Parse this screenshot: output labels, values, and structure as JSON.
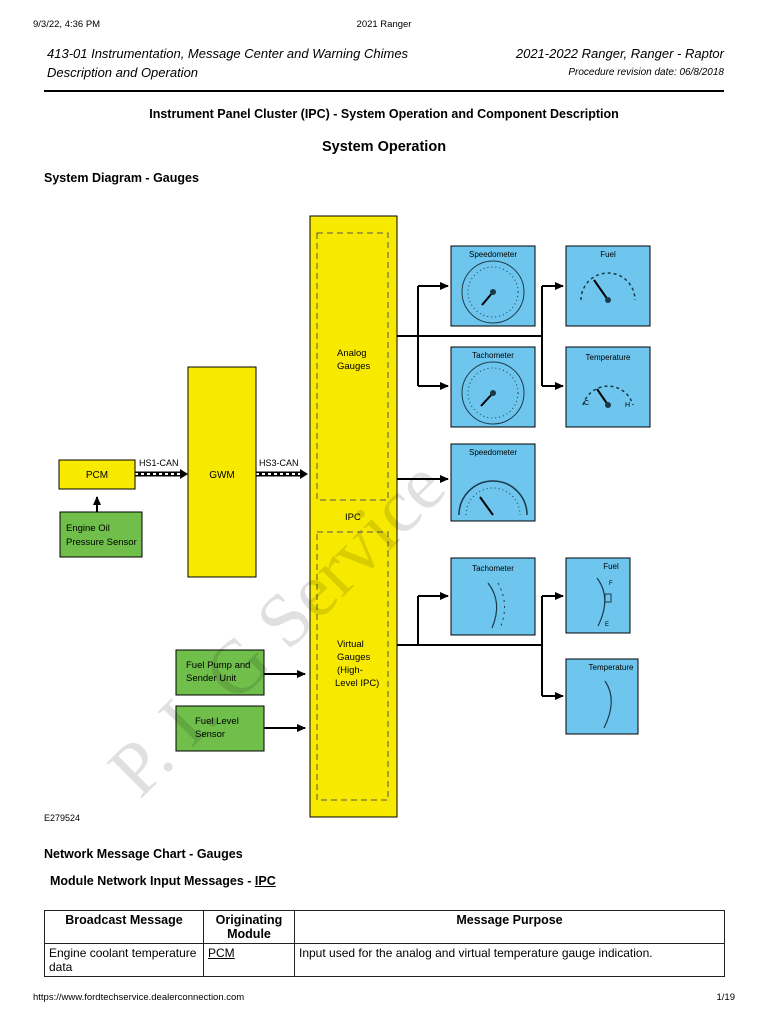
{
  "browser_header": {
    "timestamp": "9/3/22, 4:36 PM",
    "page_title": "2021 Ranger"
  },
  "doc_header": {
    "section_line1": "413-01 Instrumentation, Message Center and Warning Chimes",
    "section_line2": "Description and Operation",
    "vehicle": "2021-2022 Ranger, Ranger - Raptor",
    "revision": "Procedure revision date: 06/8/2018"
  },
  "doc_title": "Instrument Panel Cluster (IPC) - System Operation and Component Description",
  "section_title": "System Operation",
  "diagram_heading": "System Diagram - Gauges",
  "diagram": {
    "pcm": "PCM",
    "eop_line1": "Engine Oil",
    "eop_line2": "Pressure Sensor",
    "hs1": "HS1-CAN",
    "gwm": "GWM",
    "hs3": "HS3-CAN",
    "analog_line1": "Analog",
    "analog_line2": "Gauges",
    "ipc": "IPC",
    "virtual_line1": "Virtual",
    "virtual_line2": "Gauges",
    "virtual_line3": "(High-",
    "virtual_line4": "Level IPC)",
    "fuel_pump_line1": "Fuel Pump and",
    "fuel_pump_line2": "Sender Unit",
    "fuel_level_line1": "Fuel Level",
    "fuel_level_line2": "Sensor",
    "speedometer": "Speedometer",
    "tachometer": "Tachometer",
    "fuel": "Fuel",
    "temperature": "Temperature",
    "speedometer_2": "Speedometer",
    "tachometer_2": "Tachometer",
    "fuel_2": "Fuel",
    "temperature_2": "Temperature",
    "temp_c": "C",
    "temp_h": "H",
    "fuel_f": "F",
    "fuel_e": "E",
    "figure_id": "E279524",
    "watermark": "P. I. G Service",
    "colors": {
      "yellow": "#f7ea00",
      "green": "#70bf4a",
      "blue": "#6ec6ee"
    }
  },
  "network_heading": "Network Message Chart - Gauges",
  "module_heading_prefix": "Module Network Input Messages - ",
  "module_heading_link": "IPC",
  "table": {
    "headers": [
      "Broadcast Message",
      "Originating Module",
      "Message Purpose"
    ],
    "rows": [
      {
        "broadcast": "Engine coolant temperature data",
        "module": "PCM",
        "purpose": "Input used for the analog and virtual temperature gauge indication."
      }
    ]
  },
  "footer": {
    "url": "https://www.fordtechservice.dealerconnection.com",
    "page": "1/19"
  }
}
